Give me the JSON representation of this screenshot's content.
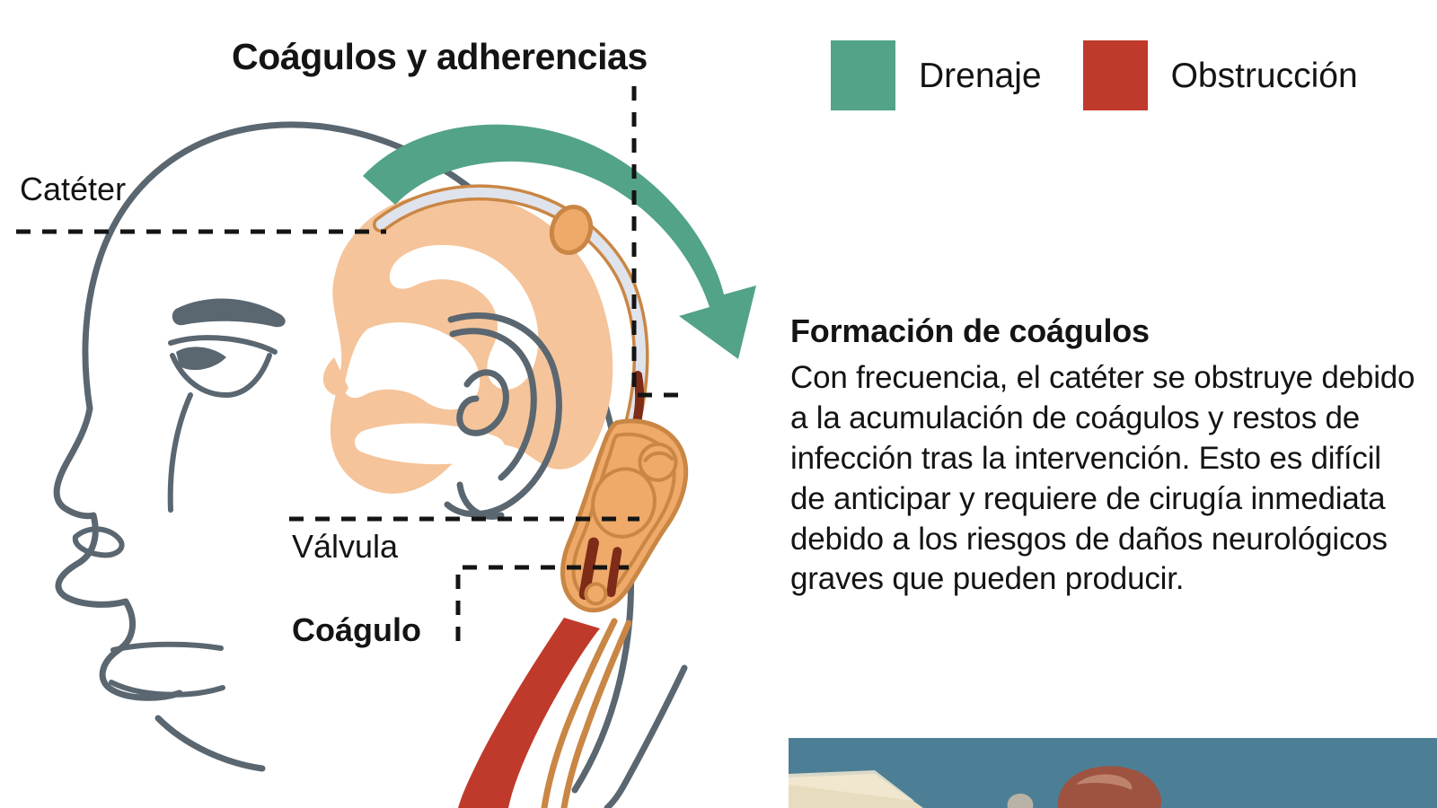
{
  "title": "Coágulos y adherencias",
  "legend": {
    "items": [
      {
        "label": "Drenaje",
        "color": "#52A388",
        "icon": "legend-swatch-drainage"
      },
      {
        "label": "Obstrucción",
        "color": "#C03A2B",
        "icon": "legend-swatch-obstruction"
      }
    ]
  },
  "callouts": {
    "catheter": "Catéter",
    "valve": "Válvula",
    "clot": "Coágulo"
  },
  "panel": {
    "heading": "Formación de coágulos",
    "body": "Con frecuencia, el catéter se obstruye debido a la acumulación de coágulos y restos de infección tras la intervención. Esto es difícil de anticipar y requiere de cirugía inmediata debido a los riesgos de daños neurológicos graves que pueden producir."
  },
  "colors": {
    "drainage_green": "#52A388",
    "obstruction_red": "#C03A2B",
    "brain_peach": "#F5C49A",
    "valve_orange": "#EFA969",
    "valve_outline": "#C98644",
    "clot_dark": "#7E2B18",
    "line_art_gray": "#5A6670",
    "catheter_fill": "#DFE3EC",
    "catheter_outline": "#C98644",
    "photo_blue": "#4C7F96",
    "photo_cream": "#E8DCBE",
    "photo_flesh": "#9E5340",
    "text_black": "#141414"
  }
}
